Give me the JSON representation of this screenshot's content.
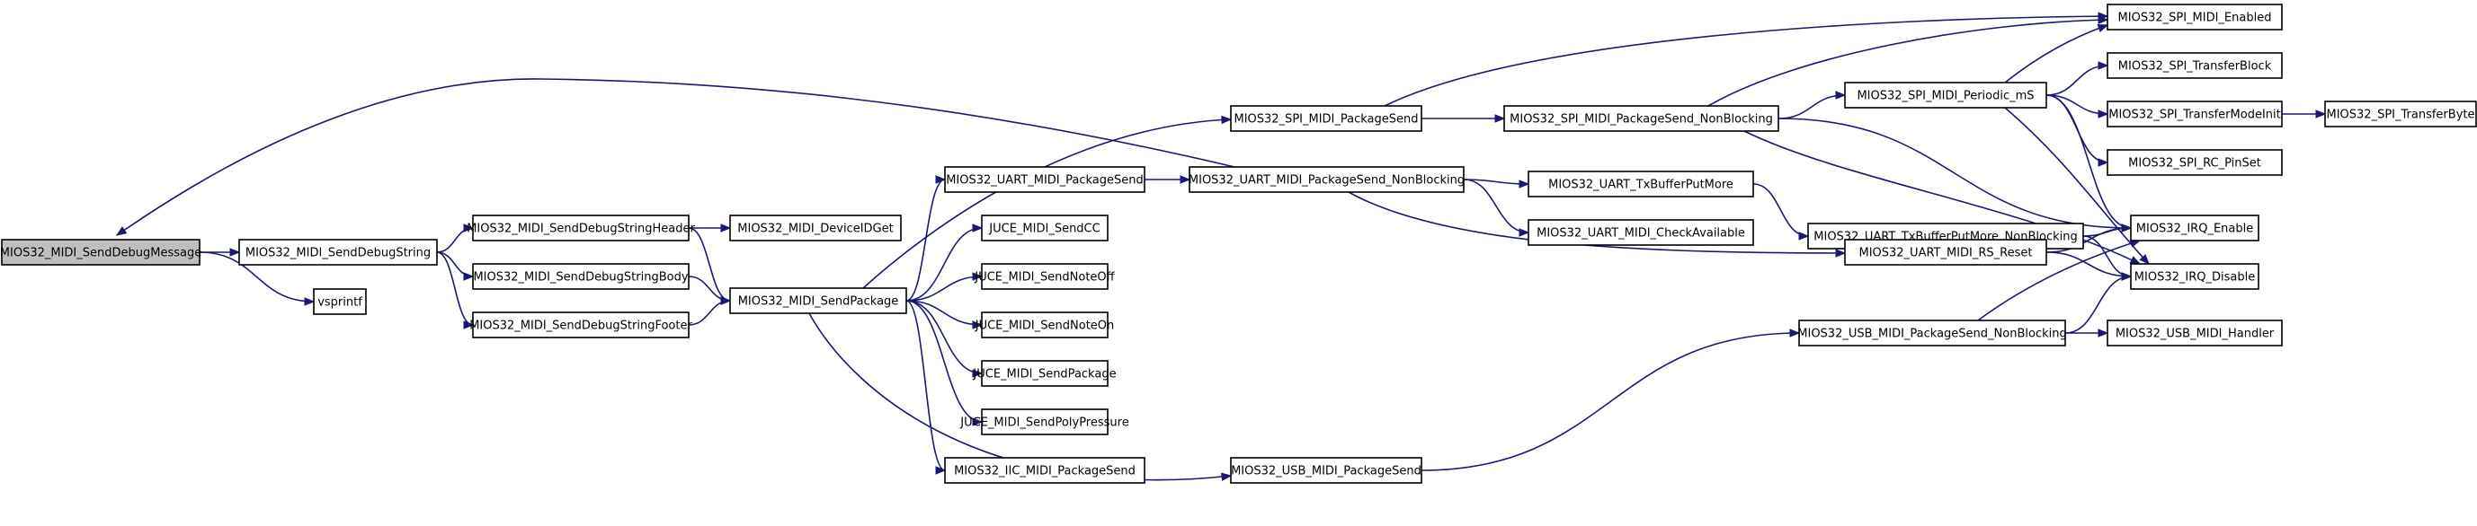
{
  "diagram": {
    "type": "call-graph",
    "colors": {
      "edge": "#191970",
      "node_fill": "#ffffff",
      "root_fill": "#bfbfbf",
      "border": "#000000"
    },
    "nodes": [
      {
        "id": "n0",
        "label": "MIOS32_MIDI_SendDebugMessage",
        "root": true
      },
      {
        "id": "n1",
        "label": "MIOS32_MIDI_SendDebugString"
      },
      {
        "id": "n2",
        "label": "vsprintf"
      },
      {
        "id": "n3",
        "label": "MIOS32_MIDI_SendDebugStringHeader"
      },
      {
        "id": "n4",
        "label": "MIOS32_MIDI_SendDebugStringBody"
      },
      {
        "id": "n5",
        "label": "MIOS32_MIDI_SendDebugStringFooter"
      },
      {
        "id": "n6",
        "label": "MIOS32_MIDI_DeviceIDGet"
      },
      {
        "id": "n7",
        "label": "MIOS32_MIDI_SendPackage"
      },
      {
        "id": "n8",
        "label": "MIOS32_UART_MIDI_PackageSend"
      },
      {
        "id": "n9",
        "label": "JUCE_MIDI_SendCC"
      },
      {
        "id": "n10",
        "label": "JUCE_MIDI_SendNoteOff"
      },
      {
        "id": "n11",
        "label": "JUCE_MIDI_SendNoteOn"
      },
      {
        "id": "n12",
        "label": "JUCE_MIDI_SendPackage"
      },
      {
        "id": "n13",
        "label": "JUCE_MIDI_SendPolyPressure"
      },
      {
        "id": "n14",
        "label": "MIOS32_IIC_MIDI_PackageSend"
      },
      {
        "id": "n15",
        "label": "MIOS32_SPI_MIDI_PackageSend"
      },
      {
        "id": "n16",
        "label": "MIOS32_UART_MIDI_PackageSend_NonBlocking"
      },
      {
        "id": "n17",
        "label": "MIOS32_USB_MIDI_PackageSend"
      },
      {
        "id": "n18",
        "label": "MIOS32_SPI_MIDI_PackageSend_NonBlocking"
      },
      {
        "id": "n19",
        "label": "MIOS32_UART_TxBufferPutMore"
      },
      {
        "id": "n20",
        "label": "MIOS32_UART_MIDI_CheckAvailable"
      },
      {
        "id": "n21",
        "label": "MIOS32_SPI_MIDI_Periodic_mS"
      },
      {
        "id": "n22",
        "label": "MIOS32_UART_TxBufferPutMore_NonBlocking"
      },
      {
        "id": "n23",
        "label": "MIOS32_UART_MIDI_RS_Reset"
      },
      {
        "id": "n24",
        "label": "MIOS32_USB_MIDI_PackageSend_NonBlocking"
      },
      {
        "id": "n25",
        "label": "MIOS32_SPI_MIDI_Enabled"
      },
      {
        "id": "n26",
        "label": "MIOS32_SPI_TransferBlock"
      },
      {
        "id": "n27",
        "label": "MIOS32_SPI_TransferModeInit"
      },
      {
        "id": "n28",
        "label": "MIOS32_SPI_RC_PinSet"
      },
      {
        "id": "n29",
        "label": "MIOS32_IRQ_Enable"
      },
      {
        "id": "n30",
        "label": "MIOS32_IRQ_Disable"
      },
      {
        "id": "n31",
        "label": "MIOS32_USB_MIDI_Handler"
      },
      {
        "id": "n32",
        "label": "MIOS32_SPI_TransferByte"
      }
    ],
    "edges": [
      {
        "from": "n0",
        "to": "n1"
      },
      {
        "from": "n0",
        "to": "n2"
      },
      {
        "from": "n1",
        "to": "n3"
      },
      {
        "from": "n1",
        "to": "n4"
      },
      {
        "from": "n1",
        "to": "n5"
      },
      {
        "from": "n3",
        "to": "n6"
      },
      {
        "from": "n3",
        "to": "n7"
      },
      {
        "from": "n4",
        "to": "n7"
      },
      {
        "from": "n5",
        "to": "n7"
      },
      {
        "from": "n7",
        "to": "n8"
      },
      {
        "from": "n7",
        "to": "n9"
      },
      {
        "from": "n7",
        "to": "n10"
      },
      {
        "from": "n7",
        "to": "n11"
      },
      {
        "from": "n7",
        "to": "n12"
      },
      {
        "from": "n7",
        "to": "n13"
      },
      {
        "from": "n7",
        "to": "n14"
      },
      {
        "from": "n7",
        "to": "n15"
      },
      {
        "from": "n7",
        "to": "n17"
      },
      {
        "from": "n8",
        "to": "n16"
      },
      {
        "from": "n16",
        "to": "n0"
      },
      {
        "from": "n16",
        "to": "n19"
      },
      {
        "from": "n16",
        "to": "n20"
      },
      {
        "from": "n16",
        "to": "n23"
      },
      {
        "from": "n15",
        "to": "n18"
      },
      {
        "from": "n15",
        "to": "n25"
      },
      {
        "from": "n18",
        "to": "n25"
      },
      {
        "from": "n18",
        "to": "n21"
      },
      {
        "from": "n18",
        "to": "n29"
      },
      {
        "from": "n18",
        "to": "n30"
      },
      {
        "from": "n21",
        "to": "n25"
      },
      {
        "from": "n21",
        "to": "n26"
      },
      {
        "from": "n21",
        "to": "n27"
      },
      {
        "from": "n21",
        "to": "n28"
      },
      {
        "from": "n21",
        "to": "n29"
      },
      {
        "from": "n21",
        "to": "n30"
      },
      {
        "from": "n27",
        "to": "n32"
      },
      {
        "from": "n19",
        "to": "n22"
      },
      {
        "from": "n22",
        "to": "n29"
      },
      {
        "from": "n22",
        "to": "n30"
      },
      {
        "from": "n23",
        "to": "n29"
      },
      {
        "from": "n23",
        "to": "n30"
      },
      {
        "from": "n17",
        "to": "n24"
      },
      {
        "from": "n24",
        "to": "n29"
      },
      {
        "from": "n24",
        "to": "n30"
      },
      {
        "from": "n24",
        "to": "n31"
      }
    ]
  }
}
